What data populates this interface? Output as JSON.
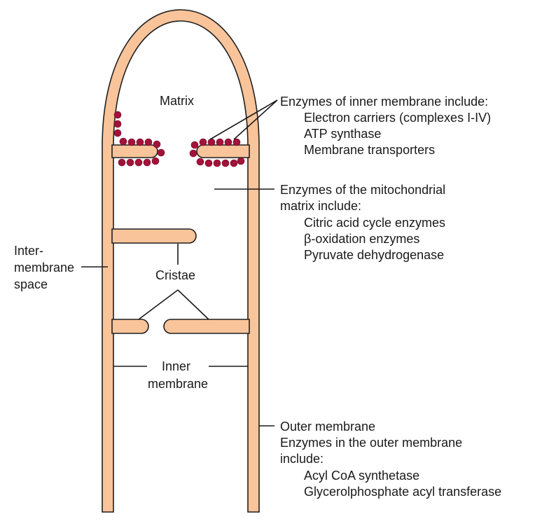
{
  "labels": {
    "matrix": "Matrix",
    "intermembrane": [
      "Inter-",
      "membrane",
      "space"
    ],
    "cristae": "Cristae",
    "inner_membrane": [
      "Inner",
      "membrane"
    ]
  },
  "inner_membrane_enzymes": {
    "heading": "Enzymes of inner membrane include:",
    "items": [
      "Electron carriers (complexes I-IV)",
      "ATP synthase",
      "Membrane transporters"
    ]
  },
  "matrix_enzymes": {
    "heading": [
      "Enzymes of the mitochondrial",
      "matrix include:"
    ],
    "items": [
      "Citric acid cycle enzymes",
      "β-oxidation enzymes",
      "Pyruvate dehydrogenase"
    ]
  },
  "outer_membrane": {
    "label": "Outer membrane",
    "heading": [
      "Enzymes in the outer membrane",
      "include:"
    ],
    "items": [
      "Acyl CoA synthetase",
      "Glycerolphosphate acyl transferase"
    ]
  },
  "colors": {
    "membrane": "#f9c49a",
    "enzyme_particle": "#a3123a",
    "outline": "#1f1f1f"
  }
}
